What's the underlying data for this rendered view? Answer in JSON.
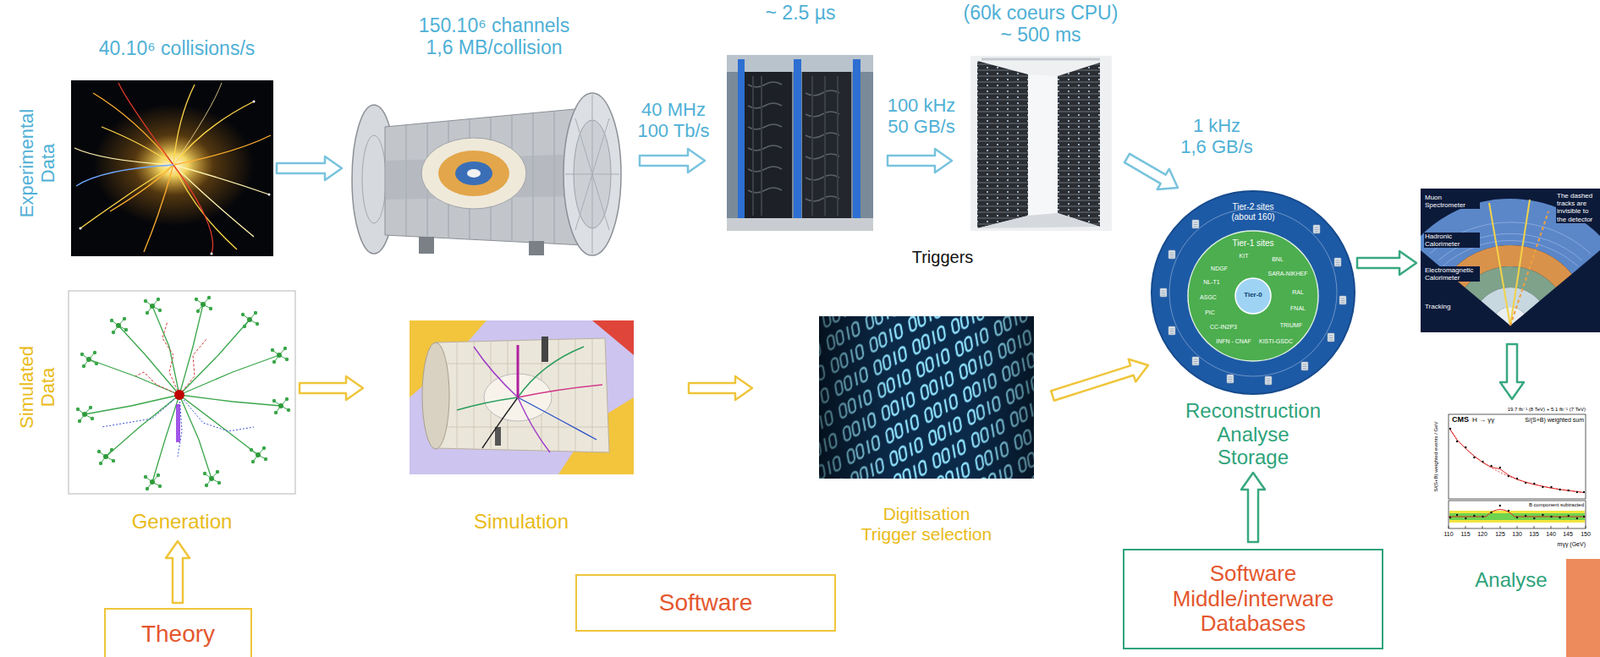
{
  "diagram": {
    "nodes": [
      {
        "text": [
          "40.10⁶ collisions/s"
        ]
      },
      {
        "text": [
          "150.10⁶ channels 1,6 MB/collision"
        ]
      },
      {
        "text": [
          "~ 2.5 µs"
        ]
      },
      {
        "text": [
          "(60k coeurs CPU) ~ 500 ms"
        ]
      },
      {
        "text": [
          "Reconstruction Analyse Storage",
          "Tier-2 sites (about 160)"
        ]
      },
      {
        "text": [
          "Tier-1 sites"
        ],
        "in": 4
      },
      {
        "text": [
          "Tier-0"
        ],
        "in": 5
      },
      {
        "text": [
          "Muon Spectrometer",
          "Hadronic Calorimeter",
          "Electromagnetic Calorimeter",
          "Tracking",
          "The dashed tracks are invisible to the detector"
        ]
      },
      {
        "text": [
          "Analyse",
          "CMS",
          "H → γγ",
          "19.7 fb⁻¹ (8 TeV) + 5.1 fb⁻¹ (7 TeV)",
          "S/(S+B) weighted sum",
          "B component subtracted",
          "S/(S+B) weighted events / GeV",
          "mγγ (GeV)",
          "110",
          "115",
          "120",
          "125",
          "130",
          "135",
          "140",
          "145",
          "150"
        ]
      },
      {
        "text": [
          "Generation"
        ]
      },
      {
        "text": [
          "Simulation"
        ]
      },
      {
        "text": [
          "Digitisation Trigger selection"
        ]
      },
      {
        "text": [
          "Theory"
        ]
      },
      {
        "text": [
          "Software"
        ]
      },
      {
        "text": [
          "Software Middle/interware Databases"
        ]
      }
    ],
    "edges": [
      {
        "from": 0,
        "to": 1,
        "arrow": "to"
      },
      {
        "from": 1,
        "to": 2,
        "label": "40 MHz 100 Tb/s",
        "arrow": "to"
      },
      {
        "from": 2,
        "to": 3,
        "label": "100 kHz 50 GB/s",
        "arrow": "to"
      },
      {
        "from": 3,
        "to": 4,
        "label": "1 kHz 1,6 GB/s",
        "arrow": "to"
      },
      {
        "from": 4,
        "to": 7,
        "arrow": "to"
      },
      {
        "from": 7,
        "to": 8,
        "arrow": "to"
      },
      {
        "from": 12,
        "to": 9,
        "arrow": "to"
      },
      {
        "from": 9,
        "to": 10,
        "arrow": "to"
      },
      {
        "from": 10,
        "to": 11,
        "arrow": "to"
      },
      {
        "from": 11,
        "to": 4,
        "arrow": "to"
      },
      {
        "from": 14,
        "to": 4,
        "arrow": "to"
      }
    ],
    "labels": [
      "Experimental Data",
      "Simulated Data",
      "Triggers",
      "KIT",
      "BNL",
      "NDGF",
      "SARA-NIKHEF",
      "NL-T1",
      "ASGC",
      "RAL",
      "PIC",
      "FNAL",
      "CC-IN2P3",
      "TRIUMF",
      "INFN - CNAF",
      "KISTI-GSDC"
    ]
  }
}
